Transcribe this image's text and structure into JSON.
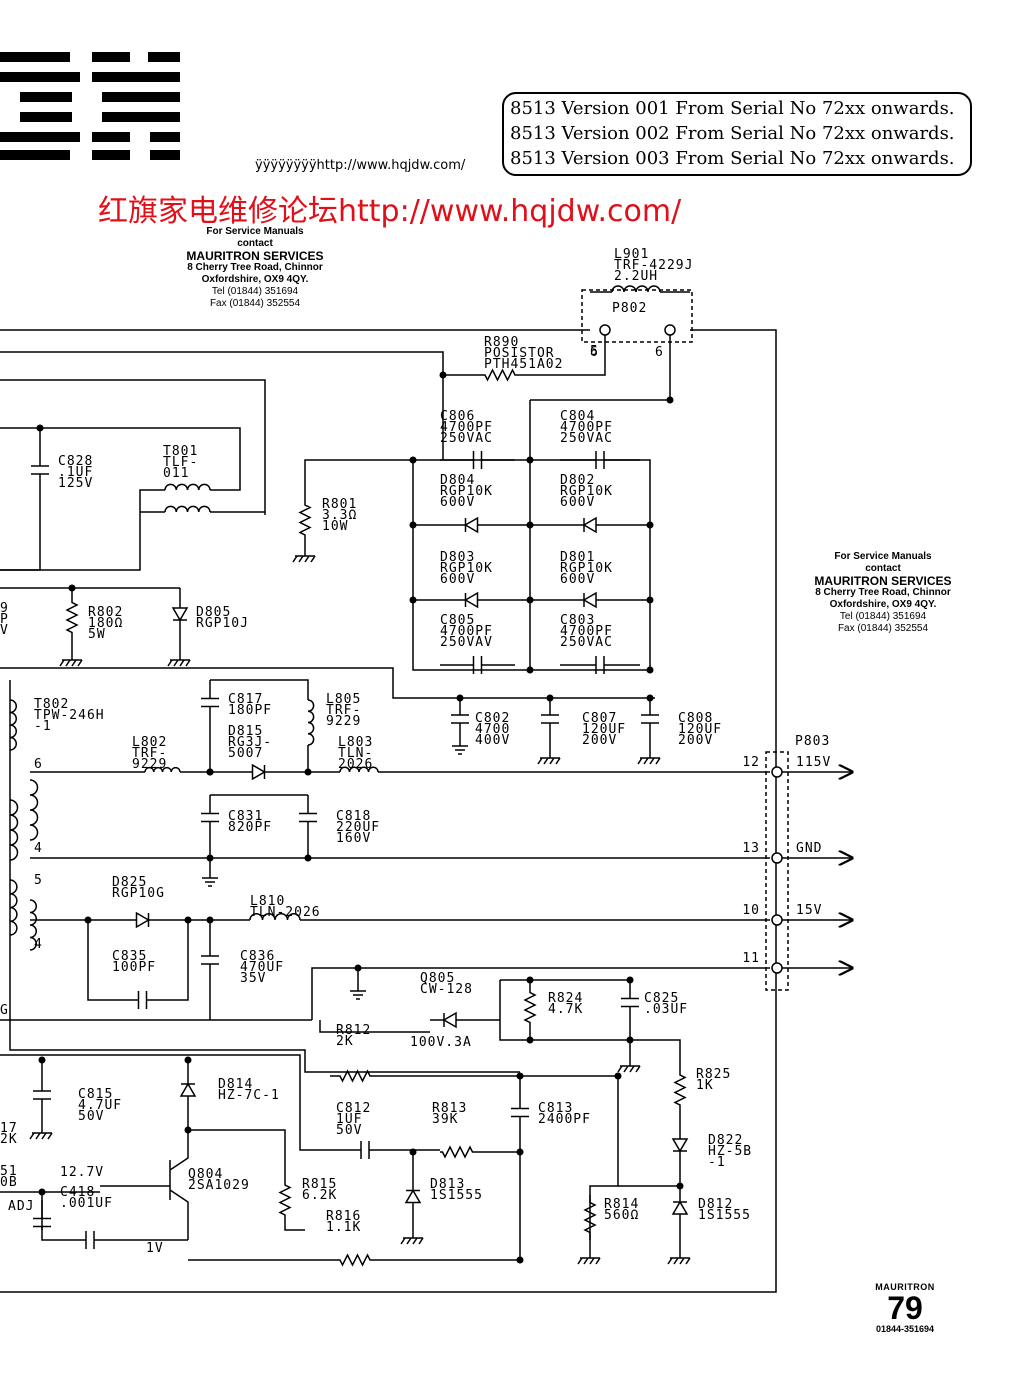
{
  "logo": {
    "text": "IBM"
  },
  "header": {
    "version_lines": [
      "8513 Version 001 From Serial No 72xx onwards.",
      "8513 Version 002 From Serial No 72xx onwards.",
      "8513 Version 003 From Serial No 72xx onwards."
    ],
    "watermark_url": "ÿÿÿÿÿÿÿÿhttp://www.hqjdw.com/",
    "forum_banner": "红旗家电维修论坛http://www.hqjdw.com/"
  },
  "service_notes": [
    {
      "line1": "For Service Manuals",
      "line2": "contact",
      "company": "MAURITRON SERVICES",
      "address1": "8 Cherry Tree Road, Chinnor",
      "address2": "Oxfordshire, OX9 4QY.",
      "tel": "Tel (01844) 351694",
      "fax": "Fax (01844) 352554"
    },
    {
      "line1": "For Service Manuals",
      "line2": "contact",
      "company": "MAURITRON SERVICES",
      "address1": "8 Cherry Tree Road, Chinnor",
      "address2": "Oxfordshire, OX9 4QY.",
      "tel": "Tel (01844) 351694",
      "fax": "Fax (01844) 352554"
    }
  ],
  "footer": {
    "brand": "MAURITRON",
    "page_number": "79",
    "phone": "01844-351694"
  },
  "components": {
    "L901": [
      "L901",
      "TRF-4229J",
      "2.2UH"
    ],
    "P802": [
      "P802"
    ],
    "P802_pins": [
      "5",
      "6"
    ],
    "R890": [
      "R890",
      "POSISTOR",
      "PTH451A02"
    ],
    "C806": [
      "C806",
      "4700PF",
      "250VAC"
    ],
    "C804": [
      "C804",
      "4700PF",
      "250VAC"
    ],
    "C828": [
      "C828",
      ".1UF",
      "125V"
    ],
    "T801": [
      "T801",
      "TLF-",
      "011"
    ],
    "R801": [
      "R801",
      "3.3Ω",
      "10W"
    ],
    "D804": [
      "D804",
      "RGP10K",
      "600V"
    ],
    "D802": [
      "D802",
      "RGP10K",
      "600V"
    ],
    "D803": [
      "D803",
      "RGP10K",
      "600V"
    ],
    "D801": [
      "D801",
      "RGP10K",
      "600V"
    ],
    "C805": [
      "C805",
      "4700PF",
      "250VAV"
    ],
    "C803": [
      "C803",
      "4700PF",
      "250VAC"
    ],
    "R802": [
      "R802",
      "180Ω",
      "5W"
    ],
    "D805": [
      "D805",
      "RGP10J"
    ],
    "left_cut_1": [
      "9",
      "P",
      "V"
    ],
    "T802": [
      "T802",
      "TPW-246H",
      "-1"
    ],
    "C817": [
      "C817",
      "180PF"
    ],
    "L805": [
      "L805",
      "TRF-",
      "9229"
    ],
    "D815": [
      "D815",
      "RG3J-",
      "5007"
    ],
    "L802": [
      "L802",
      "TRF-",
      "9229"
    ],
    "L803": [
      "L803",
      "TLN-",
      "2026"
    ],
    "C802": [
      "C802",
      "4700",
      "400V"
    ],
    "C807": [
      "C807",
      "120UF",
      "200V"
    ],
    "C808": [
      "C808",
      "120UF",
      "200V"
    ],
    "P803": [
      "P803"
    ],
    "C831": [
      "C831",
      "820PF"
    ],
    "C818": [
      "C818",
      "220UF",
      "160V"
    ],
    "D825": [
      "D825",
      "RGP10G"
    ],
    "L810": [
      "L810",
      "TLN-2026"
    ],
    "C835": [
      "C835",
      "100PF"
    ],
    "C836": [
      "C836",
      "470UF",
      "35V"
    ],
    "Q805": [
      "Q805",
      "CW-128"
    ],
    "R824": [
      "R824",
      "4.7K"
    ],
    "C825": [
      "C825",
      ".03UF"
    ],
    "R812": [
      "R812",
      "2K"
    ],
    "Q805_rating": [
      "100V.3A"
    ],
    "C815": [
      "C815",
      "4.7UF",
      "50V"
    ],
    "D814": [
      "D814",
      "HZ-7C-1"
    ],
    "C812": [
      "C812",
      "1UF",
      "50V"
    ],
    "R813": [
      "R813",
      "39K"
    ],
    "C813": [
      "C813",
      "2400PF"
    ],
    "R825": [
      "R825",
      "1K"
    ],
    "D822": [
      "D822",
      "HZ-5B",
      "-1"
    ],
    "Q804": [
      "Q804",
      "2SA1029"
    ],
    "R815": [
      "R815",
      "6.2K"
    ],
    "D813": [
      "D813",
      "1S1555"
    ],
    "R814": [
      "R814",
      "560Ω"
    ],
    "D812": [
      "D812",
      "1S1555"
    ],
    "R816": [
      "R816",
      "1.1K"
    ],
    "C418": [
      "C418",
      ".001UF"
    ],
    "left_cut_2": [
      "17",
      "2K"
    ],
    "left_cut_3": [
      "51",
      "0B"
    ],
    "left_cut_4": [
      "G"
    ],
    "adj_label": [
      "ADJ"
    ],
    "v_12_7": [
      "12.7V"
    ],
    "v_1": [
      "1V"
    ],
    "T802_pin6": [
      "6"
    ],
    "T802_pin4a": [
      "4"
    ],
    "T802_pin5": [
      "5"
    ],
    "T802_pin4b": [
      "4"
    ]
  },
  "outputs": [
    {
      "pin": "12",
      "label": "115V"
    },
    {
      "pin": "13",
      "label": "GND"
    },
    {
      "pin": "10",
      "label": "15V"
    },
    {
      "pin": "11",
      "label": ""
    }
  ]
}
